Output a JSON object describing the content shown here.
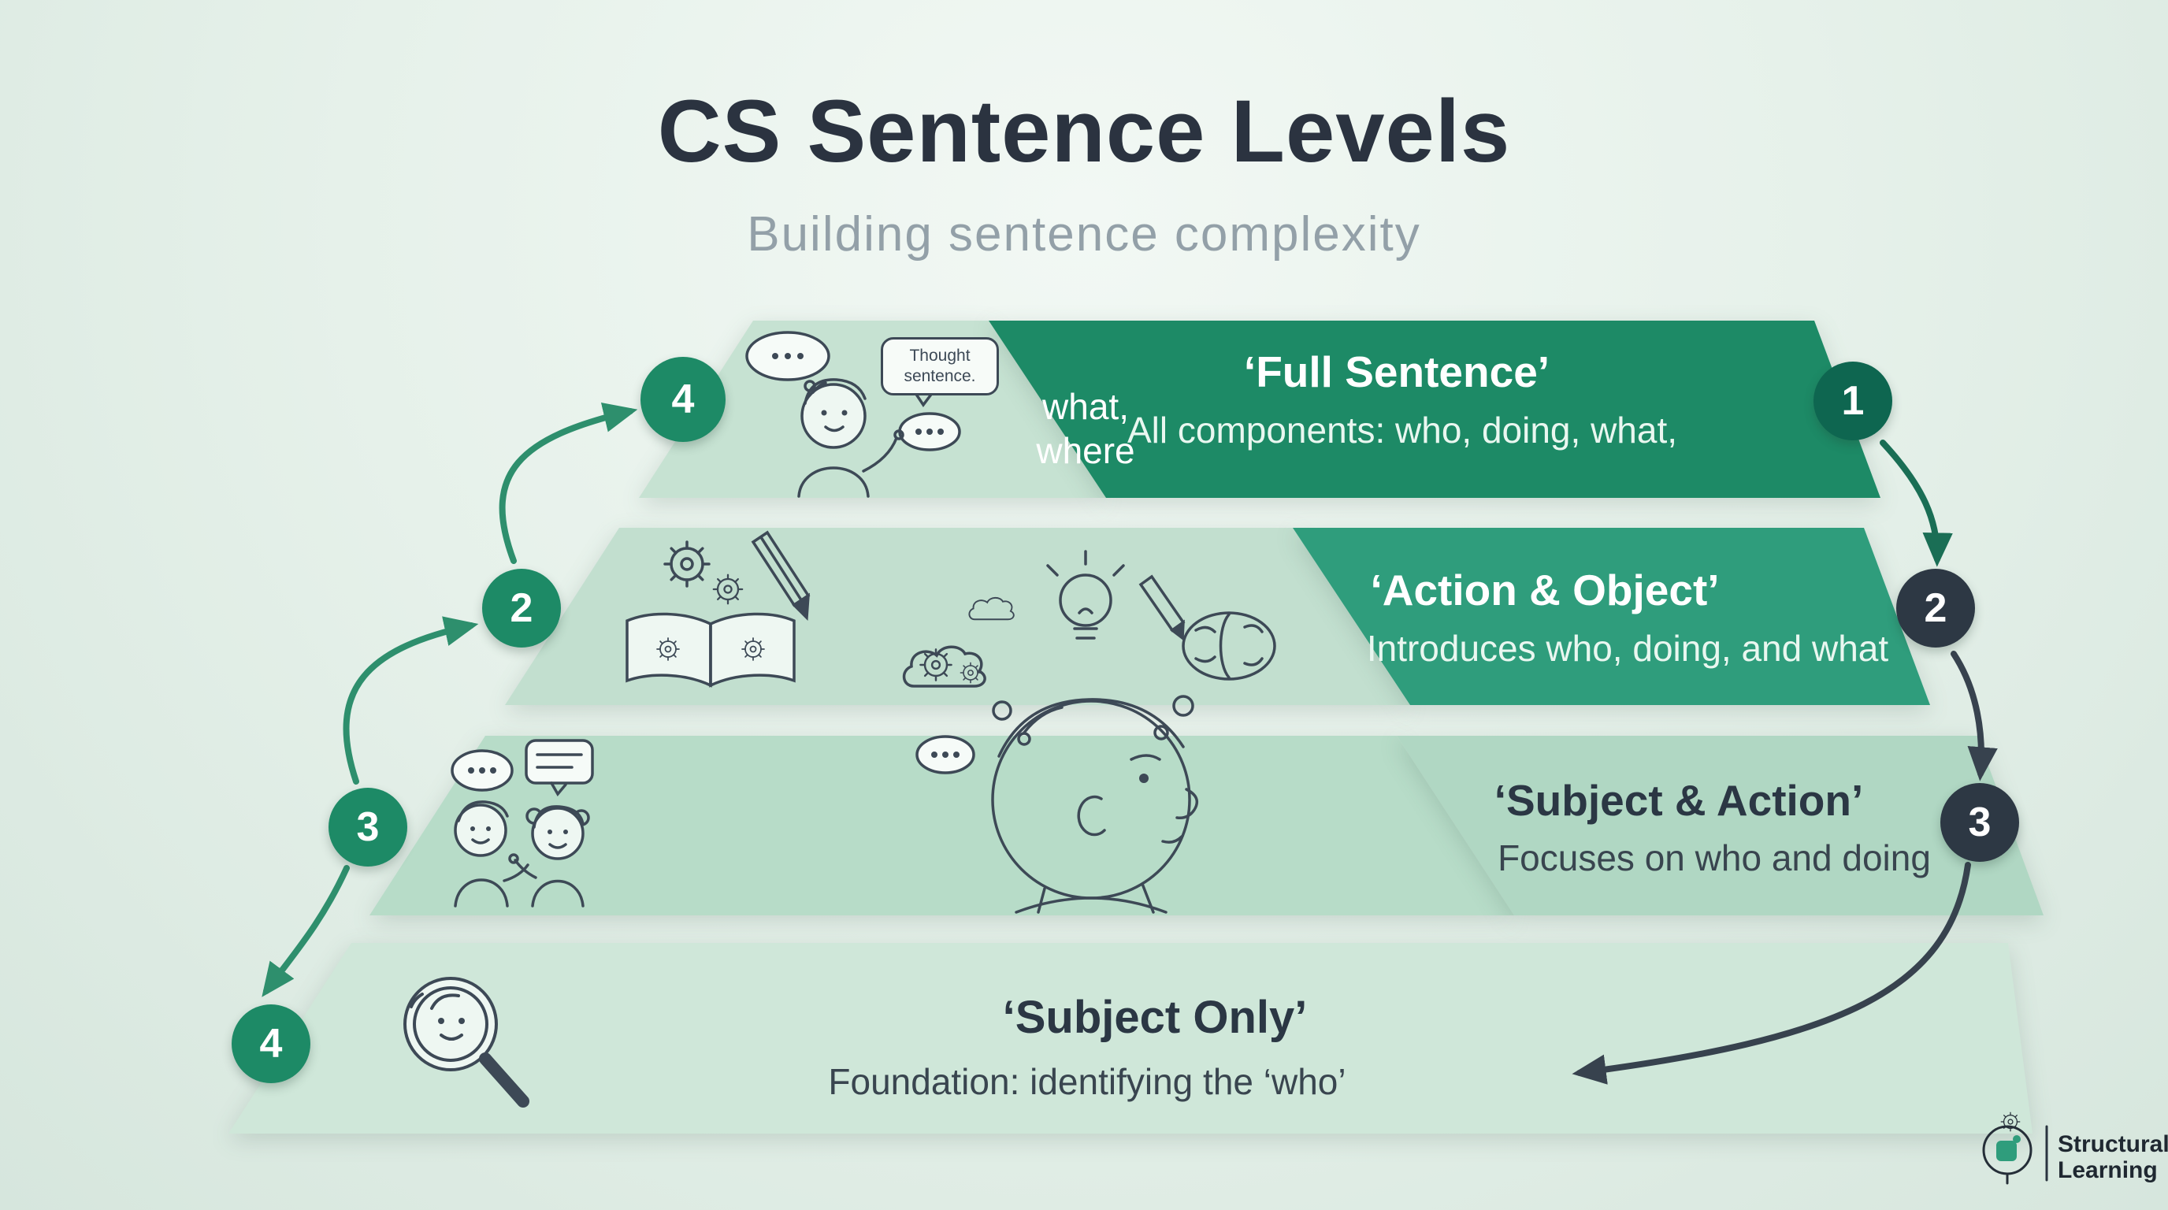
{
  "title": "CS Sentence Levels",
  "subtitle": "Building sentence complexity",
  "levels": [
    {
      "heading": "‘Full Sentence’",
      "description": "All components: who, doing, what,",
      "note_line1": "what,",
      "note_line2": "where"
    },
    {
      "heading": "‘Action & Object’",
      "description": "Introduces who, doing, and what"
    },
    {
      "heading": "‘Subject & Action’",
      "description": "Focuses on who and doing"
    },
    {
      "heading": "‘Subject Only’",
      "description": "Foundation: identifying the ‘who’"
    }
  ],
  "left_badges": [
    "4",
    "2",
    "3",
    "4"
  ],
  "right_badges": [
    "1",
    "2",
    "3"
  ],
  "thought_bubble": "Thought sentence.",
  "logo": {
    "line1": "Structural",
    "line2": "Learning"
  },
  "colors": {
    "dark_green": "#1d8a66",
    "medium_green": "#2f9d7c",
    "light_band": "#c6e2d2",
    "lighter_band": "#b7dcc8",
    "lightest_band": "#cfe7d9",
    "navy": "#2d3844",
    "badge_green": "#1d8a66",
    "title_text": "#2b3340",
    "subtitle_text": "#93a0a8"
  }
}
